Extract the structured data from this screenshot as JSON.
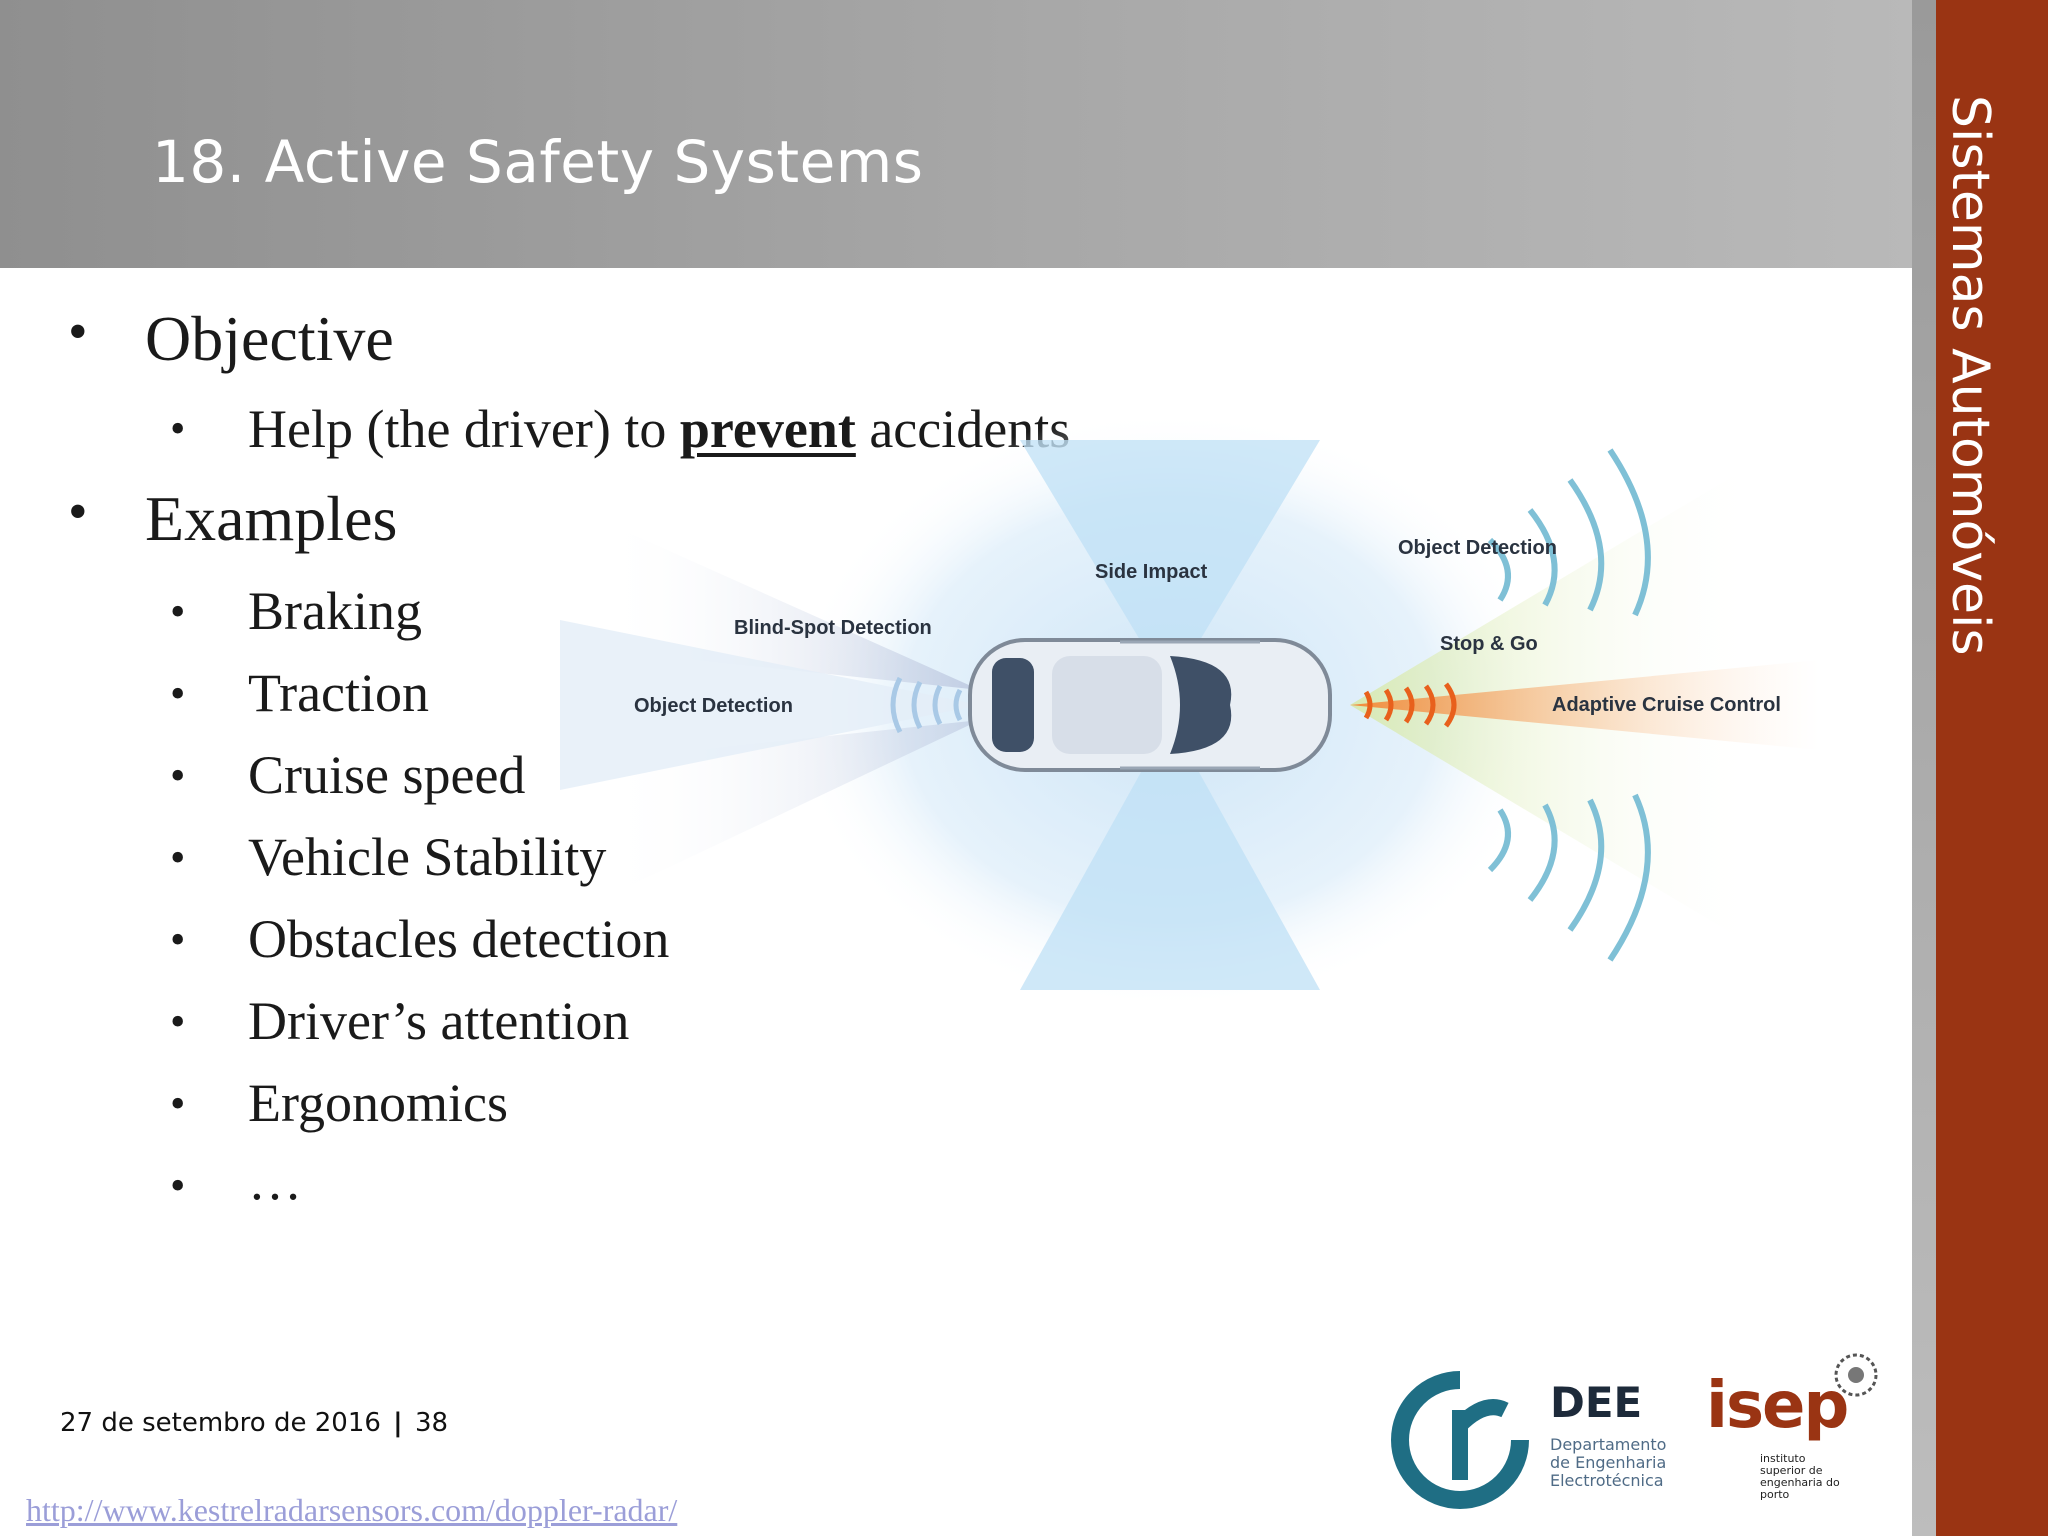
{
  "header": {
    "title": "18. Active Safety Systems"
  },
  "sidebar": {
    "vertical_title": "Sistemas Automóveis"
  },
  "content": {
    "bullets": [
      {
        "label": "Objective",
        "subitems": [
          {
            "prefix": "Help (the driver) to ",
            "emphasis": "prevent",
            "suffix": " accidents"
          }
        ]
      },
      {
        "label": "Examples",
        "subitems": [
          "Braking",
          "Traction",
          "Cruise speed",
          "Vehicle Stability",
          "Obstacles detection",
          "Driver’s attention",
          "Ergonomics",
          "…"
        ]
      }
    ],
    "bullet_glyph": "•"
  },
  "diagram": {
    "labels": {
      "object_detection_front": "Object Detection",
      "side_impact": "Side Impact",
      "blind_spot": "Blind-Spot Detection",
      "stop_go": "Stop & Go",
      "object_detection_rear": "Object Detection",
      "acc": "Adaptive Cruise Control"
    }
  },
  "footer": {
    "date": "27 de setembro de 2016",
    "separator": "|",
    "page_number": "38",
    "source_url": "http://www.kestrelradarsensors.com/doppler-radar/"
  },
  "logos": {
    "dee": {
      "name": "DEE",
      "subtitle": [
        "Departamento",
        "de Engenharia",
        "Electrotécnica"
      ]
    },
    "isep": {
      "name": "isep",
      "subtitle": [
        "instituto",
        "superior de",
        "engenharia do",
        "porto"
      ]
    }
  },
  "colors": {
    "accent_band": "#9a3413",
    "header_gray": "#a0a0a0",
    "link": "#9b9ed8"
  }
}
